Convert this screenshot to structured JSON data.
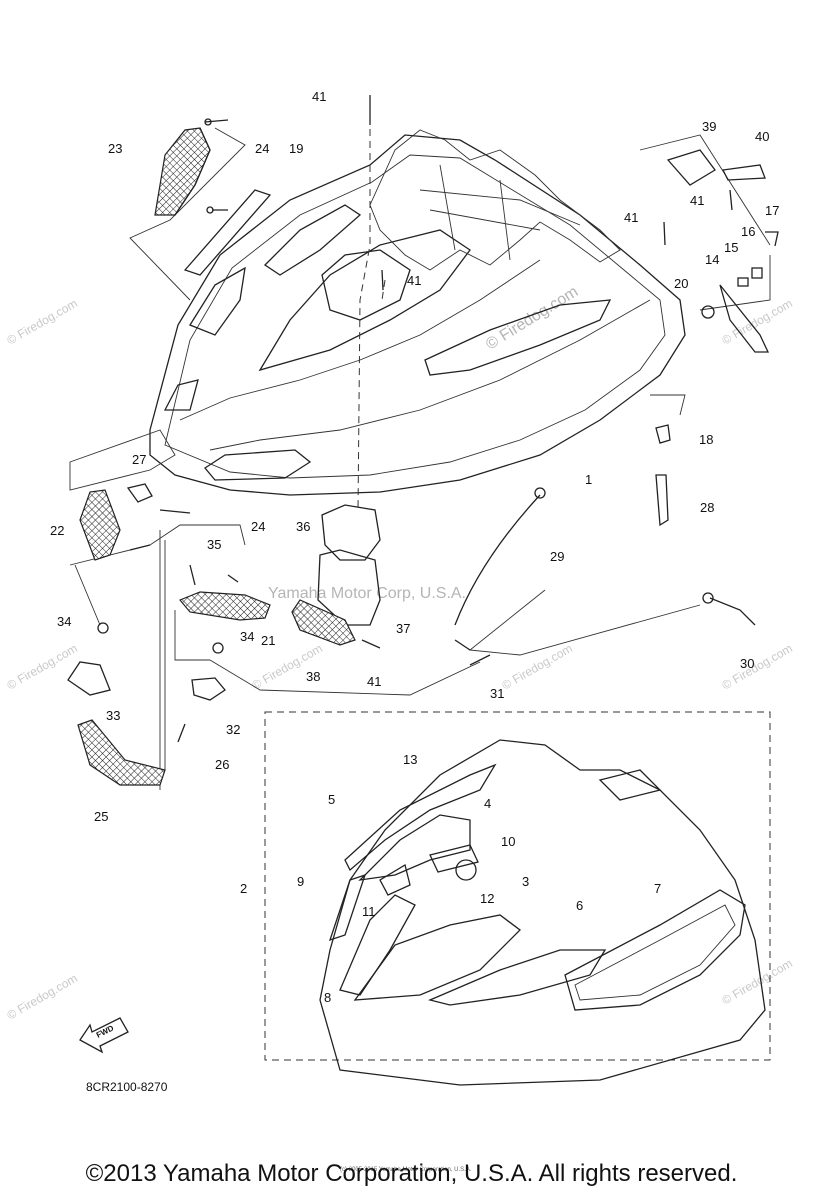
{
  "diagram": {
    "callouts": [
      "1",
      "2",
      "3",
      "4",
      "5",
      "6",
      "7",
      "8",
      "9",
      "10",
      "11",
      "12",
      "13",
      "14",
      "15",
      "16",
      "17",
      "18",
      "19",
      "20",
      "21",
      "22",
      "23",
      "24",
      "24",
      "25",
      "26",
      "27",
      "28",
      "29",
      "30",
      "31",
      "32",
      "33",
      "34",
      "34",
      "35",
      "36",
      "37",
      "38",
      "39",
      "40",
      "41",
      "41",
      "41",
      "41",
      "41"
    ],
    "part_code": "8CR2100-8270",
    "fwd_label": "FWD",
    "watermarks": {
      "firedog": "© Firedog.com",
      "body_firedog": "© Firedog.com",
      "yamaha_diagram": "Yamaha Motor Corp, U.S.A.",
      "tiny_footer": "(c) 2005-2015 Yamaha Motor Corporation, U.S.A."
    }
  },
  "footer": {
    "copyright": "©2013 Yamaha Motor Corporation, U.S.A. All rights reserved."
  }
}
